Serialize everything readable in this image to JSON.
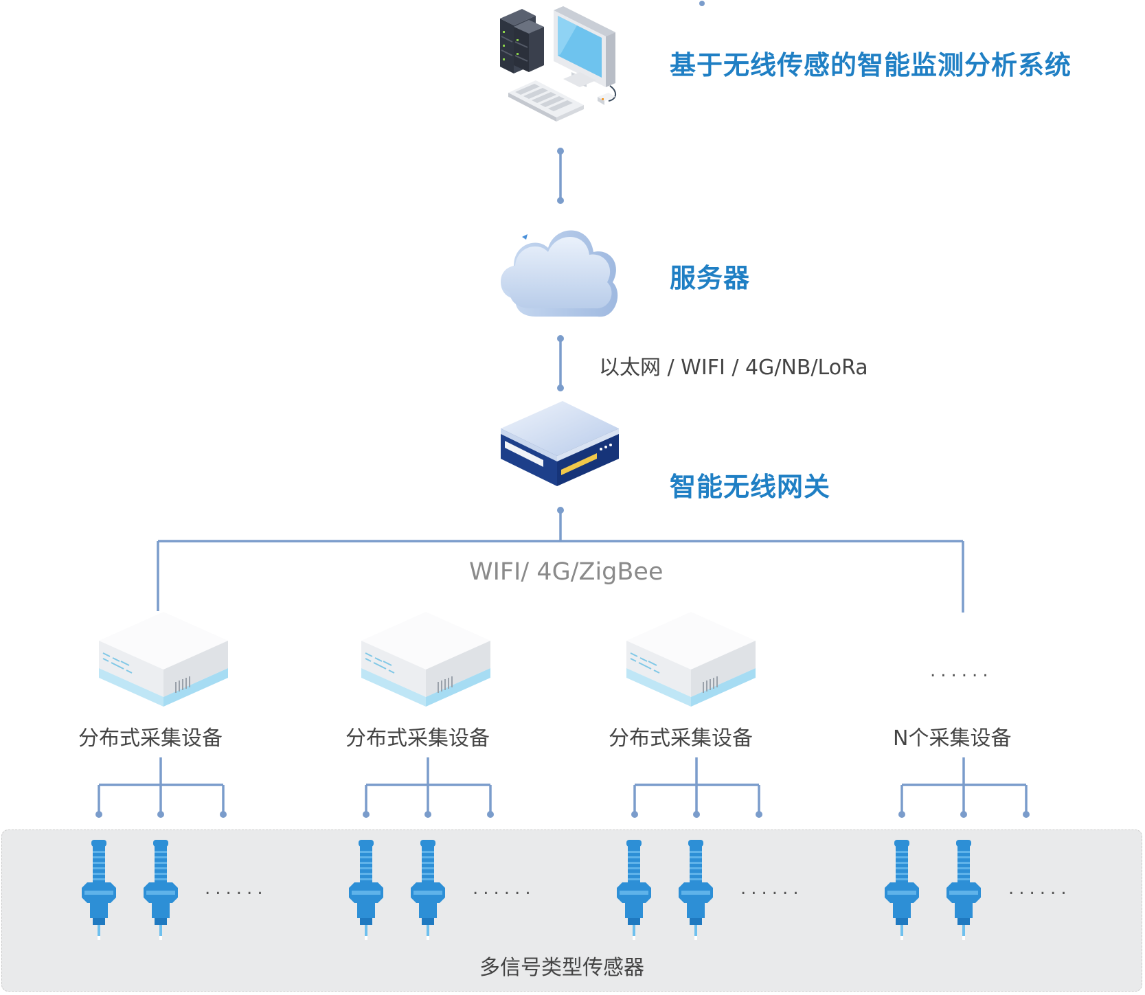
{
  "top": {
    "system_title": "基于无线传感的智能监测分析系统"
  },
  "server": {
    "title": "服务器"
  },
  "uplink": {
    "label": "以太网 / WIFI / 4G/NB/LoRa"
  },
  "gateway": {
    "title": "智能无线网关"
  },
  "downlink": {
    "label": "WIFI/ 4G/ZigBee"
  },
  "collectors": [
    {
      "label": "分布式采集设备"
    },
    {
      "label": "分布式采集设备"
    },
    {
      "label": "分布式采集设备"
    },
    {
      "label": "N个采集设备",
      "placeholder": "......"
    }
  ],
  "sensor_groups": [
    {
      "more": "......"
    },
    {
      "more": "......"
    },
    {
      "more": "......"
    },
    {
      "more": "......"
    }
  ],
  "sensor_area": {
    "label": "多信号类型传感器"
  },
  "colors": {
    "accent": "#1f7fc4",
    "line": "#7a9ccb",
    "sensor_blue": "#2d8fd6",
    "panel": "#e9eaeb"
  }
}
